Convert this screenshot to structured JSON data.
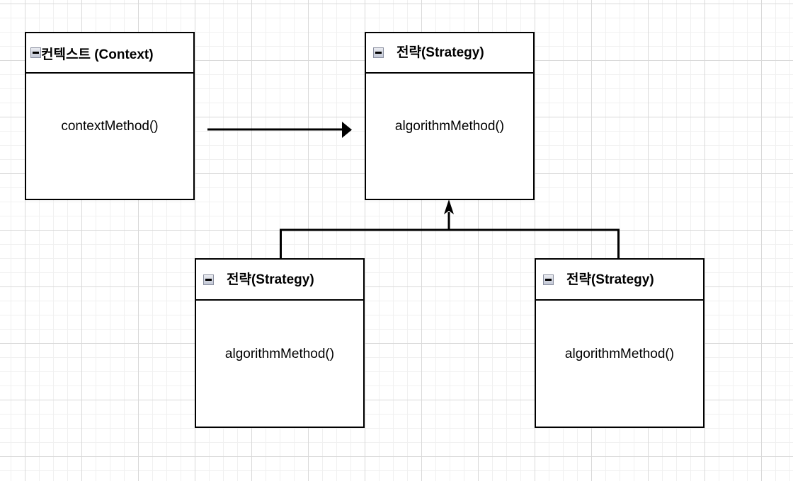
{
  "diagram": {
    "type": "uml-class-diagram",
    "pattern": "Strategy",
    "background": "grid",
    "colors": {
      "box_border": "#000000",
      "box_fill": "#ffffff",
      "connector": "#000000",
      "grid_minor": "#f0f0f0",
      "grid_major": "#d9d9d9",
      "icon_fill": "#ccd0dc",
      "icon_border": "#8a8fa0"
    }
  },
  "classes": [
    {
      "id": "context",
      "title": "컨텍스트 (Context)",
      "method": "contextMethod()",
      "icon": "collapse-minus-icon"
    },
    {
      "id": "strategy",
      "title": "전략(Strategy)",
      "method": "algorithmMethod()",
      "icon": "collapse-minus-icon"
    },
    {
      "id": "concrete_a",
      "title": "전략(Strategy)",
      "method": "algorithmMethod()",
      "icon": "collapse-minus-icon"
    },
    {
      "id": "concrete_b",
      "title": "전략(Strategy)",
      "method": "algorithmMethod()",
      "icon": "collapse-minus-icon"
    }
  ],
  "connectors": [
    {
      "id": "association",
      "kind": "association-arrow",
      "from": "context",
      "to": "strategy",
      "label": ""
    },
    {
      "id": "generalization",
      "kind": "generalization-arrow",
      "from": "concrete_a,concrete_b",
      "to": "strategy",
      "label": ""
    }
  ]
}
